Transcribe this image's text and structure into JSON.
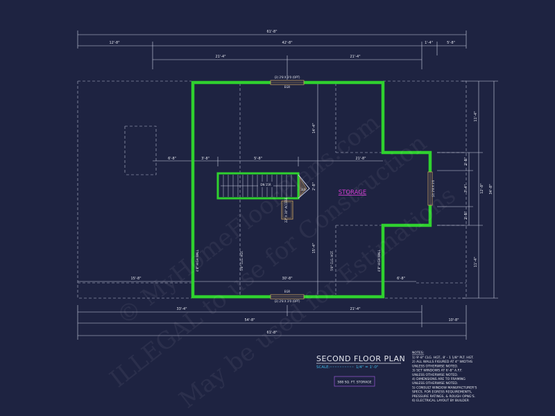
{
  "dimensions": {
    "top_overall": "61'-8\"",
    "top_left": "12'-8\"",
    "top_mid": "42'-8\"",
    "top_r1": "1'-4\"",
    "top_r2": "5'-8\"",
    "top_sub_left": "21'-4\"",
    "top_sub_right": "21'-4\"",
    "left_mid_1": "6'-8\"",
    "left_mid_2": "3'-8\"",
    "left_mid_3": "5'-8\"",
    "right_mid": "21'-8\"",
    "bottom_left": "15'-8\"",
    "bottom_mid": "30'-8\"",
    "bottom_right": "6'-8\"",
    "bot_sub_left": "33'-4\"",
    "bot_sub_right": "21'-4\"",
    "bot_overall_left": "54'-8\"",
    "bot_overall_right": "10'-8\"",
    "bot_overall": "61'-8\"",
    "right_top": "11'-4\"",
    "right_bottom": "11'-4\"",
    "right_overall": "34'-8\"",
    "right_seg_1": "2'-8\"",
    "right_seg_2": "3'-4\"",
    "right_seg_3": "2'-8\"",
    "right_overall_2": "12'-8\"",
    "vert_mid_top": "14'-4\"",
    "vert_mid_bottom": "15'-4\"",
    "stair_gap": "2'-8\""
  },
  "labels": {
    "top_window": "(2) 2'8 X 3'0 (OPT)",
    "top_window_sub": "EGR",
    "bottom_window": "(2) 2'8 X 3'0 (OPT)",
    "bottom_window_sub": "EGR",
    "right_window": "(2) 2'8 X 3'0",
    "room_name": "STORAGE",
    "stair": "DN 15R",
    "stair_landing": "3LR",
    "attic_access": "22\" X 30\" ACCESS",
    "wall_left": "4'8\" HIGH WALL",
    "wall_mid_left": "5'8\" CLG. HGT.",
    "wall_mid_right": "5'8\" CLG. HGT.",
    "wall_right": "4'8\" HIGH WALL"
  },
  "title_block": {
    "title": "SECOND FLOOR PLAN",
    "scale_label": "SCALE:",
    "scale_value": "1/4\" = 1'-0\"",
    "area": "588 SQ. FT. STORAGE"
  },
  "notes": {
    "heading": "NOTES:",
    "items": [
      "1) 9'-8\" CLG. HGT., 8' - 1 1/8\" PLT. HGT.",
      "2) ALL WALLS FIGURED AT 4\" WIDTHS",
      "   UNLESS OTHERWISE NOTED.",
      "3) SET WINDOWS AT 6'-8\" A.F.F.",
      "   UNLESS OTHERWISE NOTED.",
      "4) DIMENSIONS ARE TO FRAMING",
      "   UNLESS OTHERWISE NOTED.",
      "5) CONSULT WINDOW MANUFACTURER'S",
      "   SPECS. FOR EGRESS REQUIREMENTS,",
      "   PRESSURE RATINGS, & ROUGH OPNG'S.",
      "6) ELECTRICAL LAYOUT BY BUILDER"
    ]
  },
  "watermark": {
    "line1": "© MyHomeFloorPlans.com",
    "line2": "ILLEGAL to use for Construction",
    "line3": "May be used for Estimations"
  },
  "colors": {
    "background": "#1e2341",
    "wall": "#2fd12f",
    "room_label": "#d43bd4",
    "scale_text": "#3fb8e6",
    "linework": "#cfd3e6"
  }
}
